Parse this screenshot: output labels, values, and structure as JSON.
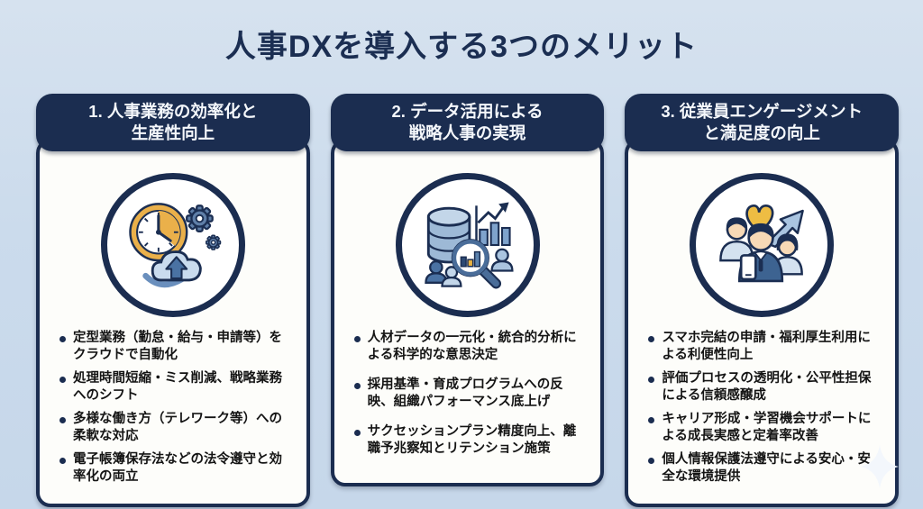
{
  "page": {
    "title": "人事DXを導入する3つのメリット",
    "colors": {
      "background": "#cbdbec",
      "navy": "#1b2d50",
      "card_bg": "#fdfdfa",
      "header_text": "#f4f7fb",
      "gold": "#e9ab3f",
      "steel_blue": "#5f7fa8",
      "light_blue": "#c9dbee"
    }
  },
  "cards": [
    {
      "title_line1": "1. 人事業務の効率化と",
      "title_line2": "生産性向上",
      "icon": "clock-gears-cloud-icon",
      "bullets": [
        "定型業務（勤怠・給与・申請等）をクラウドで自動化",
        "処理時間短縮・ミス削減、戦略業務へのシフト",
        "多様な働き方（テレワーク等）への柔軟な対応",
        "電子帳簿保存法などの法令遵守と効率化の両立"
      ]
    },
    {
      "title_line1": "2. データ活用による",
      "title_line2": "戦略人事の実現",
      "icon": "database-analytics-magnifier-icon",
      "bullets": [
        "人材データの一元化・統合的分析による科学的な意思決定",
        "採用基準・育成プログラムへの反映、組織パフォーマンス底上げ",
        "サクセッションプラン精度向上、離職予兆察知とリテンション施策"
      ]
    },
    {
      "title_line1": "3. 従業員エンゲージメント",
      "title_line2": "と満足度の向上",
      "icon": "employees-heart-growth-icon",
      "bullets": [
        "スマホ完結の申請・福利厚生利用による利便性向上",
        "評価プロセスの透明化・公平性担保による信頼感醸成",
        "キャリア形成・学習機会サポートによる成長実感と定着率改善",
        "個人情報保護法遵守による安心・安全な環境提供"
      ]
    }
  ],
  "decor": {
    "sparkle": "sparkle-icon"
  }
}
